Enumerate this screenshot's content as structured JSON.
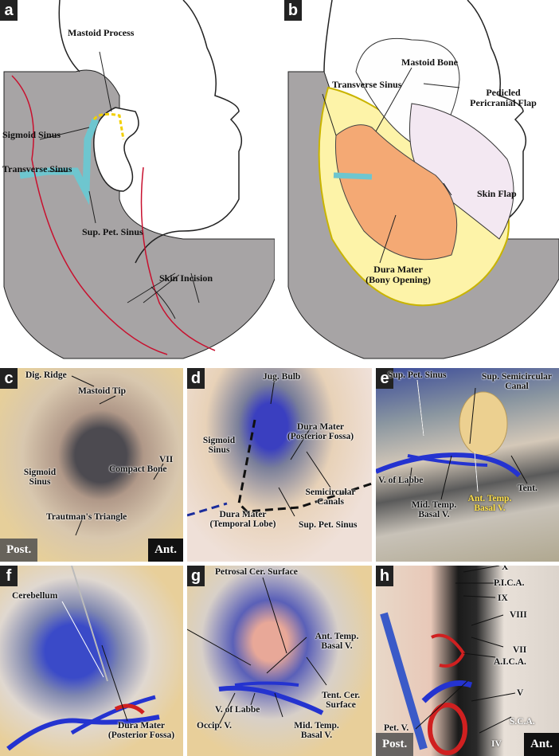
{
  "panels": {
    "a": {
      "badge": "a",
      "labels": {
        "mastoid_process": "Mastoid Process",
        "sigmoid_sinus": "Sigmoid Sinus",
        "transverse_sinus": "Transverse Sinus",
        "sup_pet_sinus": "Sup. Pet. Sinus",
        "skin_incision": "Skin Incision"
      }
    },
    "b": {
      "badge": "b",
      "labels": {
        "mastoid_bone": "Mastoid Bone",
        "transverse_sinus": "Transverse Sinus",
        "pedicled_flap_1": "Pedicled",
        "pedicled_flap_2": "Pericranial Flap",
        "skin_flap": "Skin Flap",
        "dura_1": "Dura Mater",
        "dura_2": "(Bony Opening)"
      }
    },
    "c": {
      "badge": "c",
      "labels": {
        "mastoid_tip": "Mastoid Tip",
        "dig_ridge": "Dig. Ridge",
        "vii": "VII",
        "sigmoid_1": "Sigmoid",
        "sigmoid_2": "Sinus",
        "compact_bone": "Compact Bone",
        "trautman": "Trautman's Triangle"
      },
      "post": "Post.",
      "ant": "Ant."
    },
    "d": {
      "badge": "d",
      "labels": {
        "jug_bulb": "Jug. Bulb",
        "dura_pf_1": "Dura Mater",
        "dura_pf_2": "(Posterior Fossa)",
        "sigmoid_1": "Sigmoid",
        "sigmoid_2": "Sinus",
        "semi_1": "Semicircular",
        "semi_2": "Canals",
        "dura_tl_1": "Dura Mater",
        "dura_tl_2": "(Temporal Lobe)",
        "sup_pet_sinus": "Sup. Pet. Sinus"
      }
    },
    "e": {
      "badge": "e",
      "labels": {
        "sup_semi_1": "Sup. Semicircular",
        "sup_semi_2": "Canal",
        "sup_pet_sinus": "Sup. Pet. Sinus",
        "labbe": "V. of Labbe",
        "tent": "Tent.",
        "mid_temp_1": "Mid. Temp.",
        "mid_temp_2": "Basal V.",
        "ant_temp_1": "Ant. Temp.",
        "ant_temp_2": "Basal V."
      }
    },
    "f": {
      "badge": "f",
      "labels": {
        "cerebellum": "Cerebellum",
        "dura_1": "Dura Mater",
        "dura_2": "(Posterior Fossa)"
      }
    },
    "g": {
      "badge": "g",
      "labels": {
        "petrosal": "Petrosal Cer. Surface",
        "ant_temp_1": "Ant. Temp.",
        "ant_temp_2": "Basal V.",
        "tent_1": "Tent. Cer.",
        "tent_2": "Surface",
        "occip": "Occip. V.",
        "labbe": "V. of Labbe",
        "mid_temp_1": "Mid. Temp.",
        "mid_temp_2": "Basal V."
      }
    },
    "h": {
      "badge": "h",
      "labels": {
        "x": "X",
        "pica": "P.I.C.A.",
        "ix": "IX",
        "viii": "VIII",
        "vii": "VII",
        "aica": "A.I.C.A.",
        "v": "V",
        "pet_v": "Pet. V.",
        "sca": "S.C.A.",
        "iv": "IV"
      },
      "post": "Post.",
      "ant": "Ant."
    }
  },
  "colors": {
    "skin_gray": "#a7a4a5",
    "sinus": "#6ec6cf",
    "incision": "#c8102e",
    "mastoid": "#f2d000",
    "dura": "#f4a974",
    "flap": "#fdf3a8",
    "pericranial": "#f3e8f2"
  }
}
